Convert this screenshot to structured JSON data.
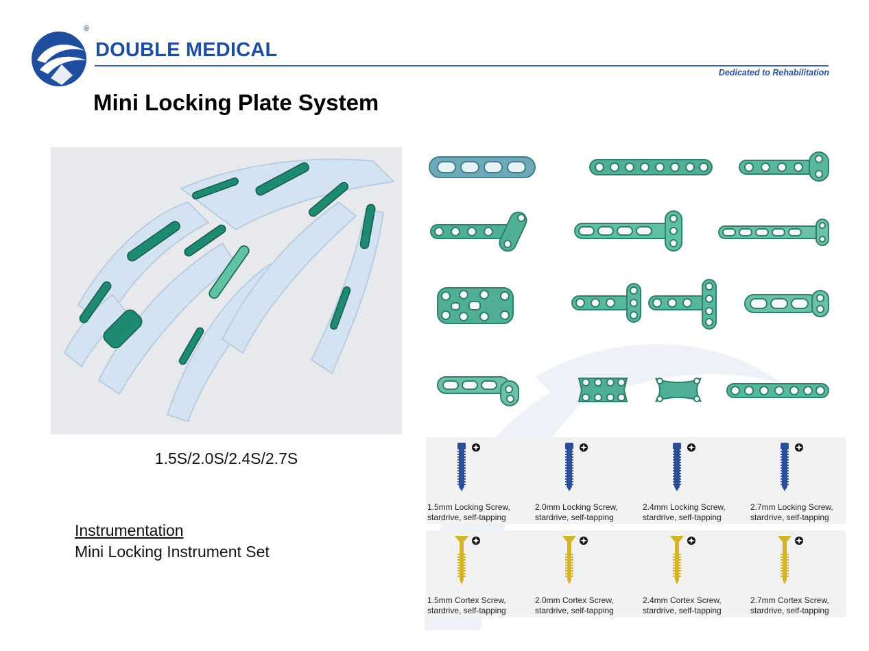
{
  "header": {
    "brand": "DOUBLE MEDICAL",
    "registered": "®",
    "tagline": "Dedicated to Rehabilitation",
    "logo_icon": "double-medical-logo-icon",
    "brand_color": "#1f4e9e"
  },
  "page_title": "Mini Locking Plate System",
  "sizes": "1.5S/2.0S/2.4S/2.7S",
  "instrumentation": {
    "heading": "Instrumentation",
    "item": "Mini Locking Instrument Set"
  },
  "plate_color": "#4fae95",
  "locking_screw_color": "#2c4f9c",
  "cortex_screw_color": "#d4b52a",
  "locking_screws": [
    {
      "line1": "1.5mm Locking Screw,",
      "line2": "stardrive, self-tapping"
    },
    {
      "line1": "2.0mm Locking Screw,",
      "line2": "stardrive, self-tapping"
    },
    {
      "line1": "2.4mm Locking Screw,",
      "line2": "stardrive, self-tapping"
    },
    {
      "line1": "2.7mm Locking Screw,",
      "line2": "stardrive, self-tapping"
    }
  ],
  "cortex_screws": [
    {
      "line1": "1.5mm Cortex Screw,",
      "line2": "stardrive, self-tapping"
    },
    {
      "line1": "2.0mm Cortex Screw,",
      "line2": "stardrive, self-tapping"
    },
    {
      "line1": "2.4mm Cortex Screw,",
      "line2": "stardrive, self-tapping"
    },
    {
      "line1": "2.7mm Cortex Screw,",
      "line2": "stardrive, self-tapping"
    }
  ]
}
